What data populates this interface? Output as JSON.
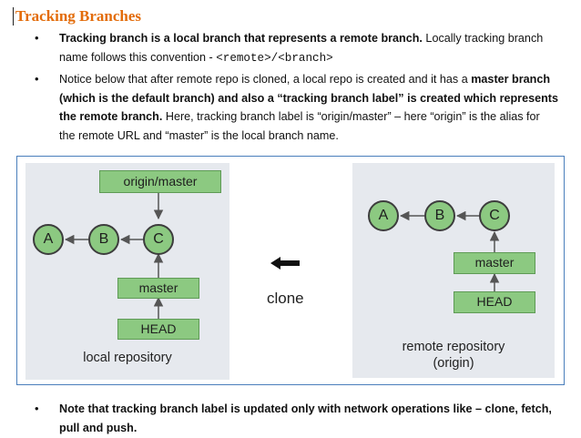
{
  "heading": "Tracking Branches",
  "bullets_top": [
    {
      "bold": "Tracking branch is a local branch that represents a remote branch.",
      "text": " Locally tracking branch name follows this convention - ",
      "code": "<remote>/<branch>"
    },
    {
      "text1": "Notice below that after remote repo is cloned, a local repo is created and it has a ",
      "bold1": "master branch (which is the default branch) and also a “tracking branch label” is created which represents the remote branch.",
      "text2": "  Here, tracking branch label is “origin/master” – here “origin” is the alias for the remote URL and “master” is the local branch name."
    }
  ],
  "diagram": {
    "local": {
      "tracking_label": "origin/master",
      "nodes": [
        "A",
        "B",
        "C"
      ],
      "master": "master",
      "head": "HEAD",
      "caption": "local repository"
    },
    "arrow_label": "clone",
    "remote": {
      "nodes": [
        "A",
        "B",
        "C"
      ],
      "master": "master",
      "head": "HEAD",
      "caption_line1": "remote repository",
      "caption_line2": "(origin)"
    }
  },
  "bullets_bottom": [
    {
      "bold": "Note that tracking branch label is updated only with network operations like – clone, fetch, pull and push."
    }
  ]
}
